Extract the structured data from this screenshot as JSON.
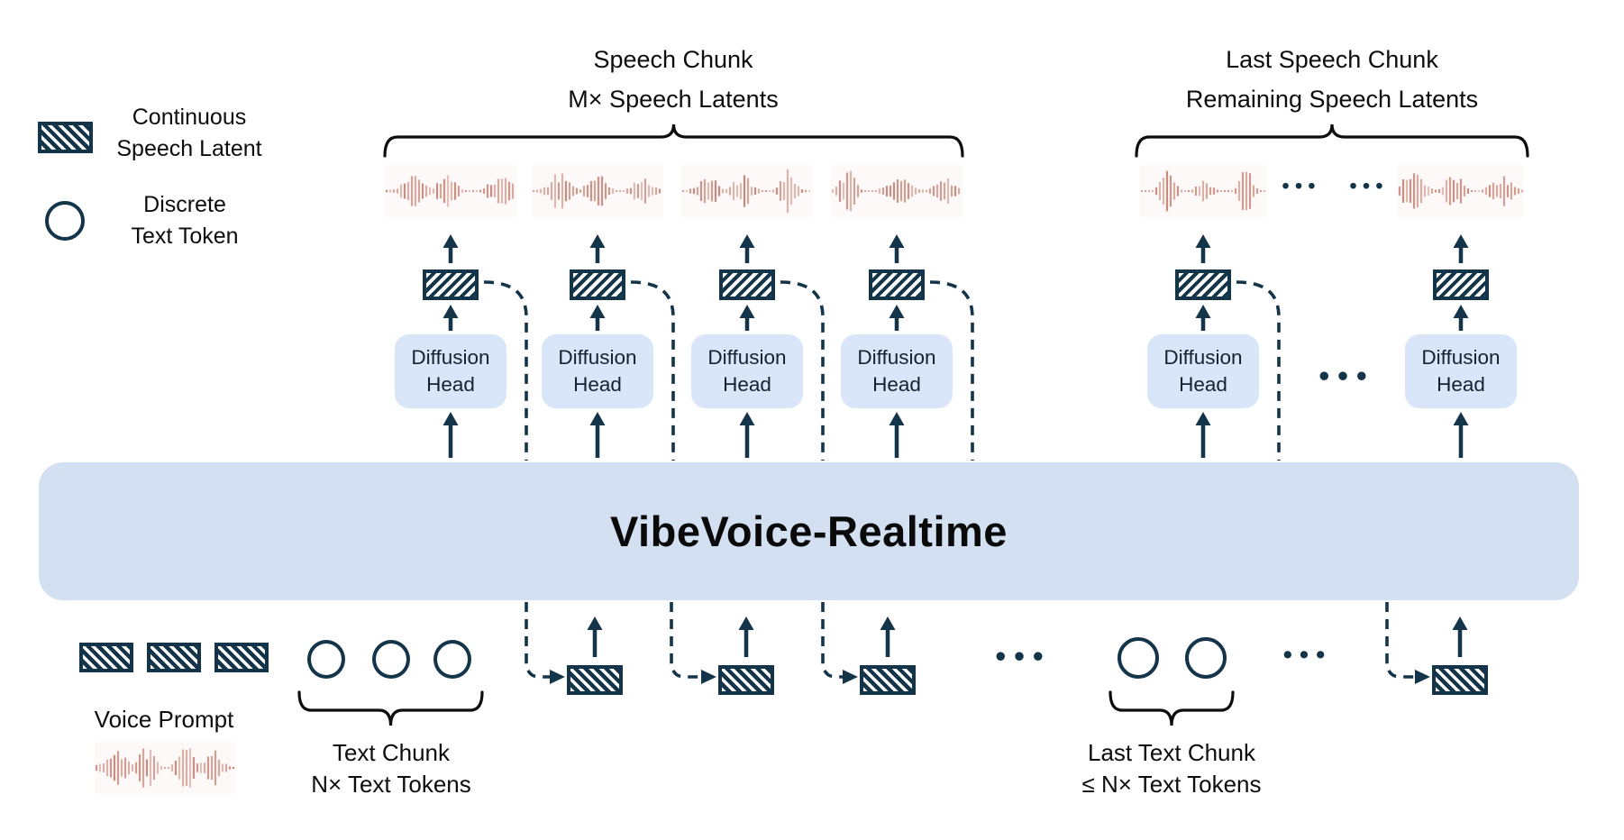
{
  "legend": {
    "continuous_line1": "Continuous",
    "continuous_line2": "Speech Latent",
    "discrete_line1": "Discrete",
    "discrete_line2": "Text Token"
  },
  "top_left_group": {
    "title_line1": "Speech Chunk",
    "title_line2": "M× Speech Latents"
  },
  "top_right_group": {
    "title_line1": "Last Speech Chunk",
    "title_line2": "Remaining Speech Latents"
  },
  "model": {
    "title": "VibeVoice-Realtime"
  },
  "diffusion_head": {
    "line1": "Diffusion",
    "line2": "Head"
  },
  "voice_prompt": {
    "label": "Voice Prompt"
  },
  "text_chunk": {
    "line1": "Text Chunk",
    "line2": "N× Text Tokens"
  },
  "last_text_chunk": {
    "line1": "Last Text Chunk",
    "line2": "≤ N× Text Tokens"
  },
  "marks": {
    "ellipsis": "• • •"
  },
  "colors": {
    "ink": "#14344a",
    "diffusion_head_fill": "#d9e6fa",
    "model_box_fill": "#d2e0f2",
    "waveform": "#c6897c",
    "waveform_bg": "#fcf9f8",
    "text": "#111111"
  }
}
